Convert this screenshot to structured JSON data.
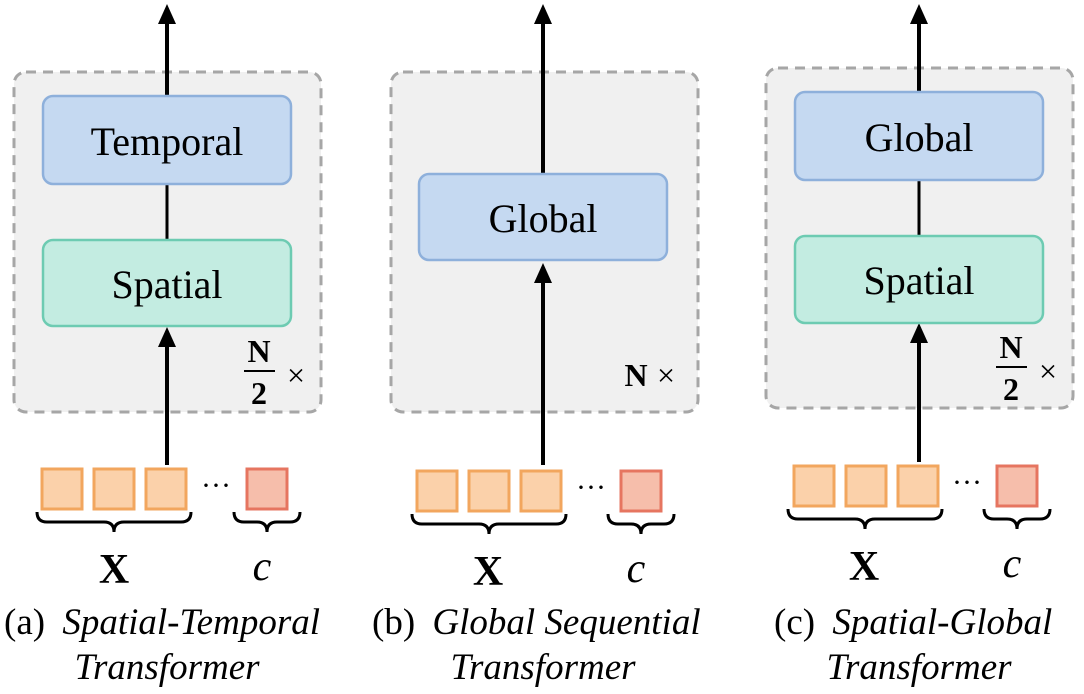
{
  "colors": {
    "panel_fill": "#f0f0f0",
    "panel_border": "#a6a6a6",
    "blue_block_fill": "#c5d9f1",
    "blue_block_border": "#8eb0db",
    "green_block_fill": "#c3ece1",
    "green_block_border": "#6dcbb2",
    "token_fill": "#fbd1aa",
    "token_border": "#f2a65e",
    "cond_token_fill": "#f6beab",
    "cond_token_border": "#e67560",
    "arrow": "#000000"
  },
  "panels": [
    {
      "id": "a",
      "blocks": {
        "top": "Temporal",
        "bottom": "Spatial"
      },
      "repeat": {
        "numerator": "N",
        "denominator": "2",
        "times": "×"
      },
      "ellipsis": "···",
      "x_label": "X",
      "c_label": "c",
      "caption": {
        "prefix": "(a)",
        "line1": "Spatial-Temporal",
        "line2": "Transformer"
      }
    },
    {
      "id": "b",
      "blocks": {
        "single": "Global"
      },
      "repeat": {
        "n": "N",
        "times": "×"
      },
      "ellipsis": "···",
      "x_label": "X",
      "c_label": "c",
      "caption": {
        "prefix": "(b)",
        "line1": "Global Sequential",
        "line2": "Transformer"
      }
    },
    {
      "id": "c",
      "blocks": {
        "top": "Global",
        "bottom": "Spatial"
      },
      "repeat": {
        "numerator": "N",
        "denominator": "2",
        "times": "×"
      },
      "ellipsis": "···",
      "x_label": "X",
      "c_label": "c",
      "caption": {
        "prefix": "(c)",
        "line1": "Spatial-Global",
        "line2": "Transformer"
      }
    }
  ]
}
